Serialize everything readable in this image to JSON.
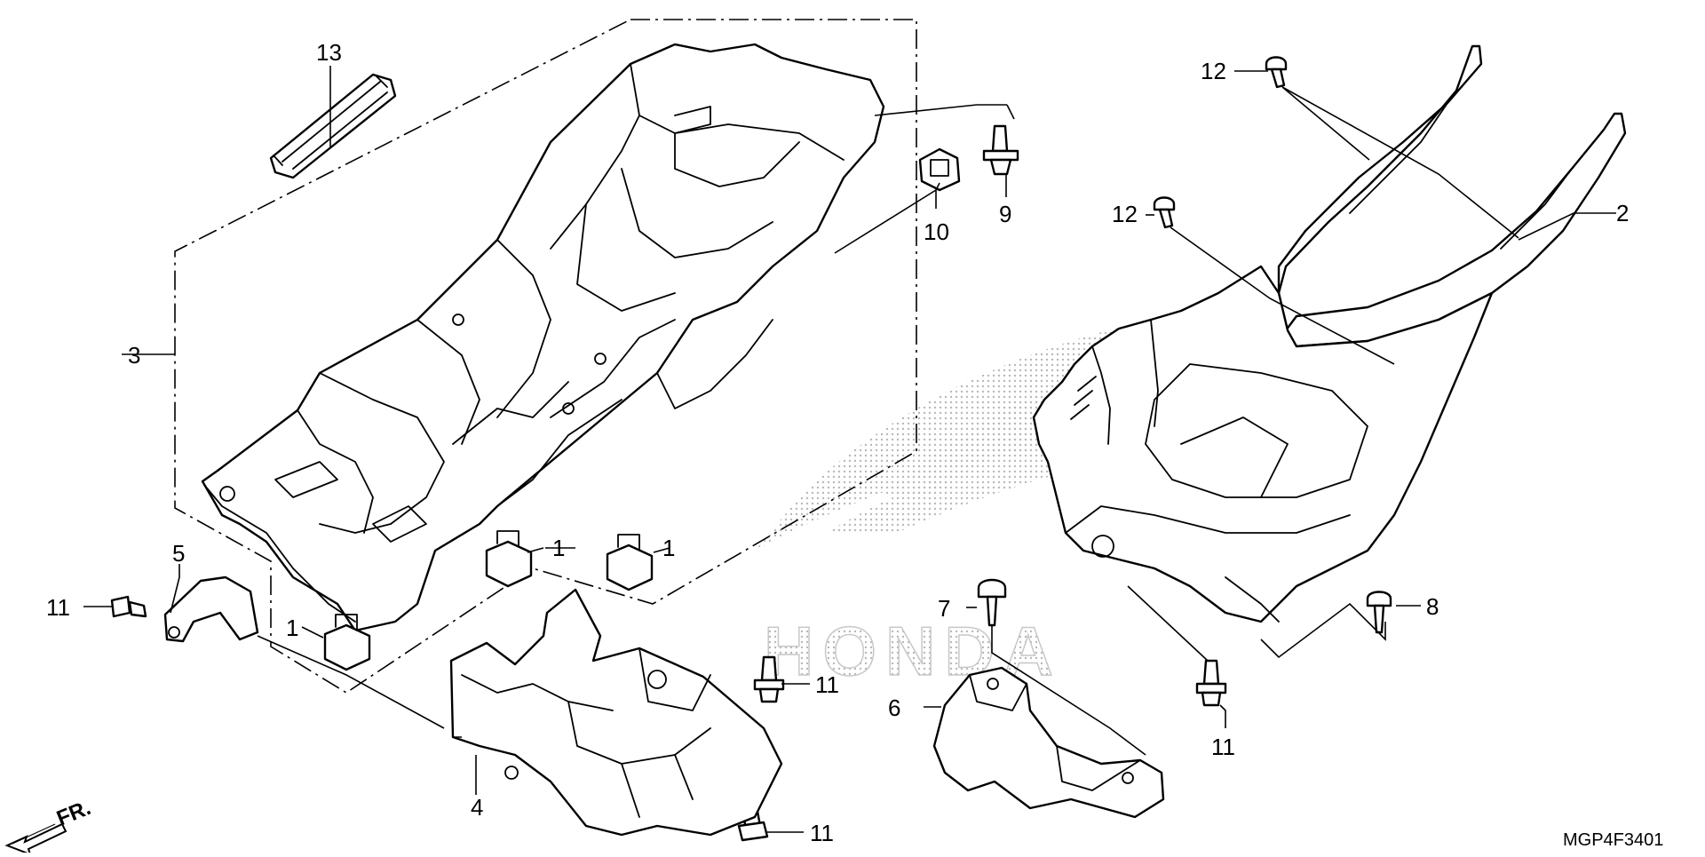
{
  "diagram": {
    "code": "MGP4F3401",
    "front_label": "FR.",
    "watermark": "HONDA",
    "callouts": {
      "c1a": "1",
      "c1b": "1",
      "c1c": "1",
      "c2": "2",
      "c3": "3",
      "c4": "4",
      "c5": "5",
      "c6": "6",
      "c7": "7",
      "c8": "8",
      "c9": "9",
      "c10": "10",
      "c11a": "11",
      "c11b": "11",
      "c11c": "11",
      "c11d": "11",
      "c12a": "12",
      "c12b": "12",
      "c13": "13"
    }
  }
}
